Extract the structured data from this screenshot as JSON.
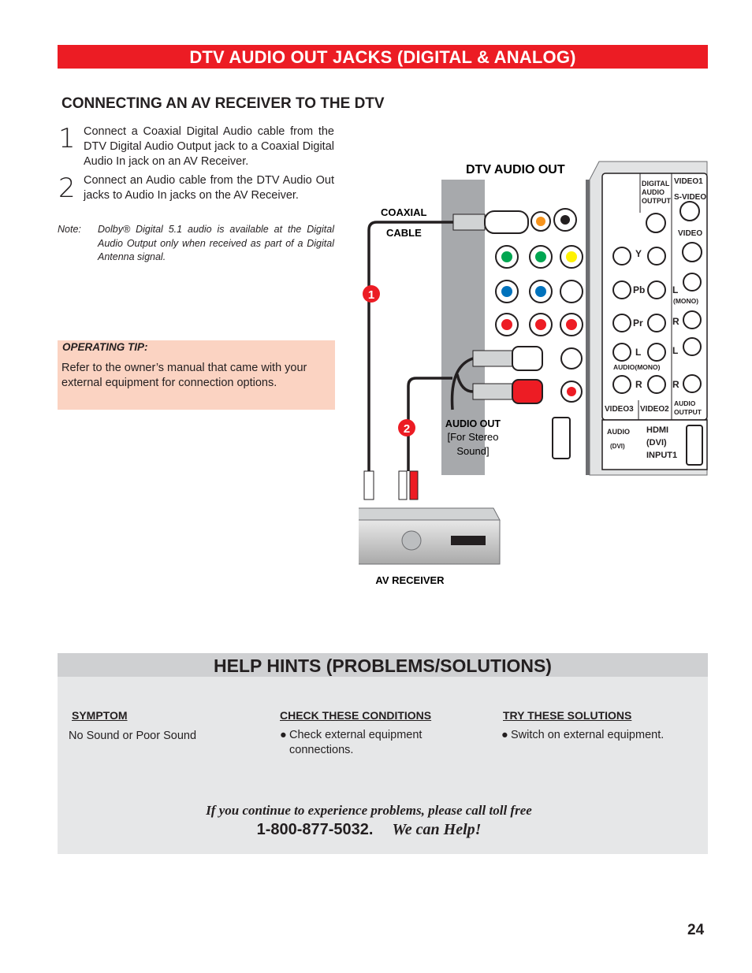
{
  "banner": {
    "title": "DTV AUDIO OUT JACKS (DIGITAL & ANALOG)"
  },
  "section": {
    "title": "CONNECTING AN AV RECEIVER TO THE DTV"
  },
  "steps": [
    {
      "num": "1",
      "text": "Connect a Coaxial Digital Audio cable from the DTV Digital Audio Output jack to a Coaxial Digital Audio In jack on an AV Receiver."
    },
    {
      "num": "2",
      "text": "Connect an Audio cable from the DTV Audio Out jacks to Audio In jacks on the AV Receiver."
    }
  ],
  "note": {
    "label": "Note:",
    "text": "Dolby® Digital 5.1 audio is available at the Digital Audio Output only when received as part of a Digital Antenna signal."
  },
  "tip": {
    "title": "OPERATING TIP:",
    "body": "Refer to the owner’s manual that came with your external equipment for connection options."
  },
  "diagram": {
    "dtv_audio_out": "DTV AUDIO OUT",
    "coaxial": "COAXIAL",
    "cable": "CABLE",
    "audio_out": "AUDIO OUT",
    "for_stereo": "[For Stereo",
    "sound": "Sound]",
    "av_receiver": "AV RECEIVER",
    "callout_1": "1",
    "callout_2": "2",
    "panel": {
      "digital": "DIGITAL",
      "audio": "AUDIO",
      "output": "OUTPUT",
      "video1": "VIDEO1",
      "svideo": "S-VIDEO",
      "video": "VIDEO",
      "y": "Y",
      "pb": "Pb",
      "pr": "Pr",
      "l": "L",
      "r": "R",
      "mono": "(MONO)",
      "audio_mono": "AUDIO(MONO)",
      "video3": "VIDEO3",
      "video2": "VIDEO2",
      "audio_output": "AUDIO",
      "audio_output2": "OUTPUT",
      "audio_dvi": "AUDIO",
      "dvi": "(DVI)",
      "hdmi": "HDMI",
      "hdmi_dvi": "(DVI)",
      "input1": "INPUT1"
    }
  },
  "help": {
    "title": "HELP HINTS (PROBLEMS/SOLUTIONS)",
    "symptom_head": "SYMPTOM",
    "symptom": "No Sound or Poor Sound",
    "check_head": "CHECK THESE CONDITIONS",
    "check": "Check external equipment connections.",
    "try_head": "TRY THESE SOLUTIONS",
    "try": "Switch on external equipment.",
    "callout": "If you continue to experience problems, please call toll free",
    "phone": "1-800-877-5032.",
    "we_can_help": "We can Help!"
  },
  "page": {
    "number": "24"
  },
  "colors": {
    "banner_red": "#ec1c24",
    "tip_bg": "#fbd3c2",
    "help_bg": "#e6e7e8"
  }
}
